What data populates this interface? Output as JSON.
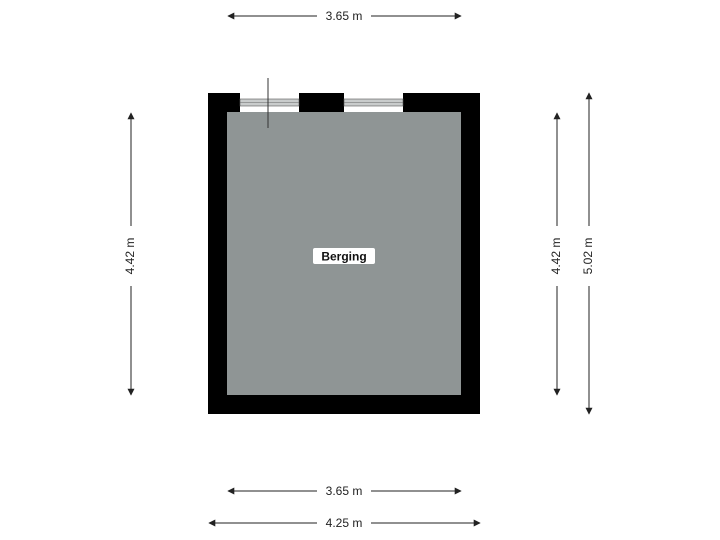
{
  "colors": {
    "wall": "#000000",
    "floor": "#8f9595",
    "window_frame": "#ffffff",
    "window_glass": "#c9cccc",
    "dimension_line": "#222222",
    "label_background": "#ffffff"
  },
  "room": {
    "name": "Berging"
  },
  "dimensions": {
    "top_inner_width": "3.65 m",
    "bottom_inner_width": "3.65 m",
    "bottom_outer_width": "4.25 m",
    "left_inner_height": "4.42 m",
    "right_inner_height": "4.42 m",
    "right_outer_height": "5.02 m"
  },
  "windows": [
    {
      "name": "window-left"
    },
    {
      "name": "window-right"
    }
  ]
}
